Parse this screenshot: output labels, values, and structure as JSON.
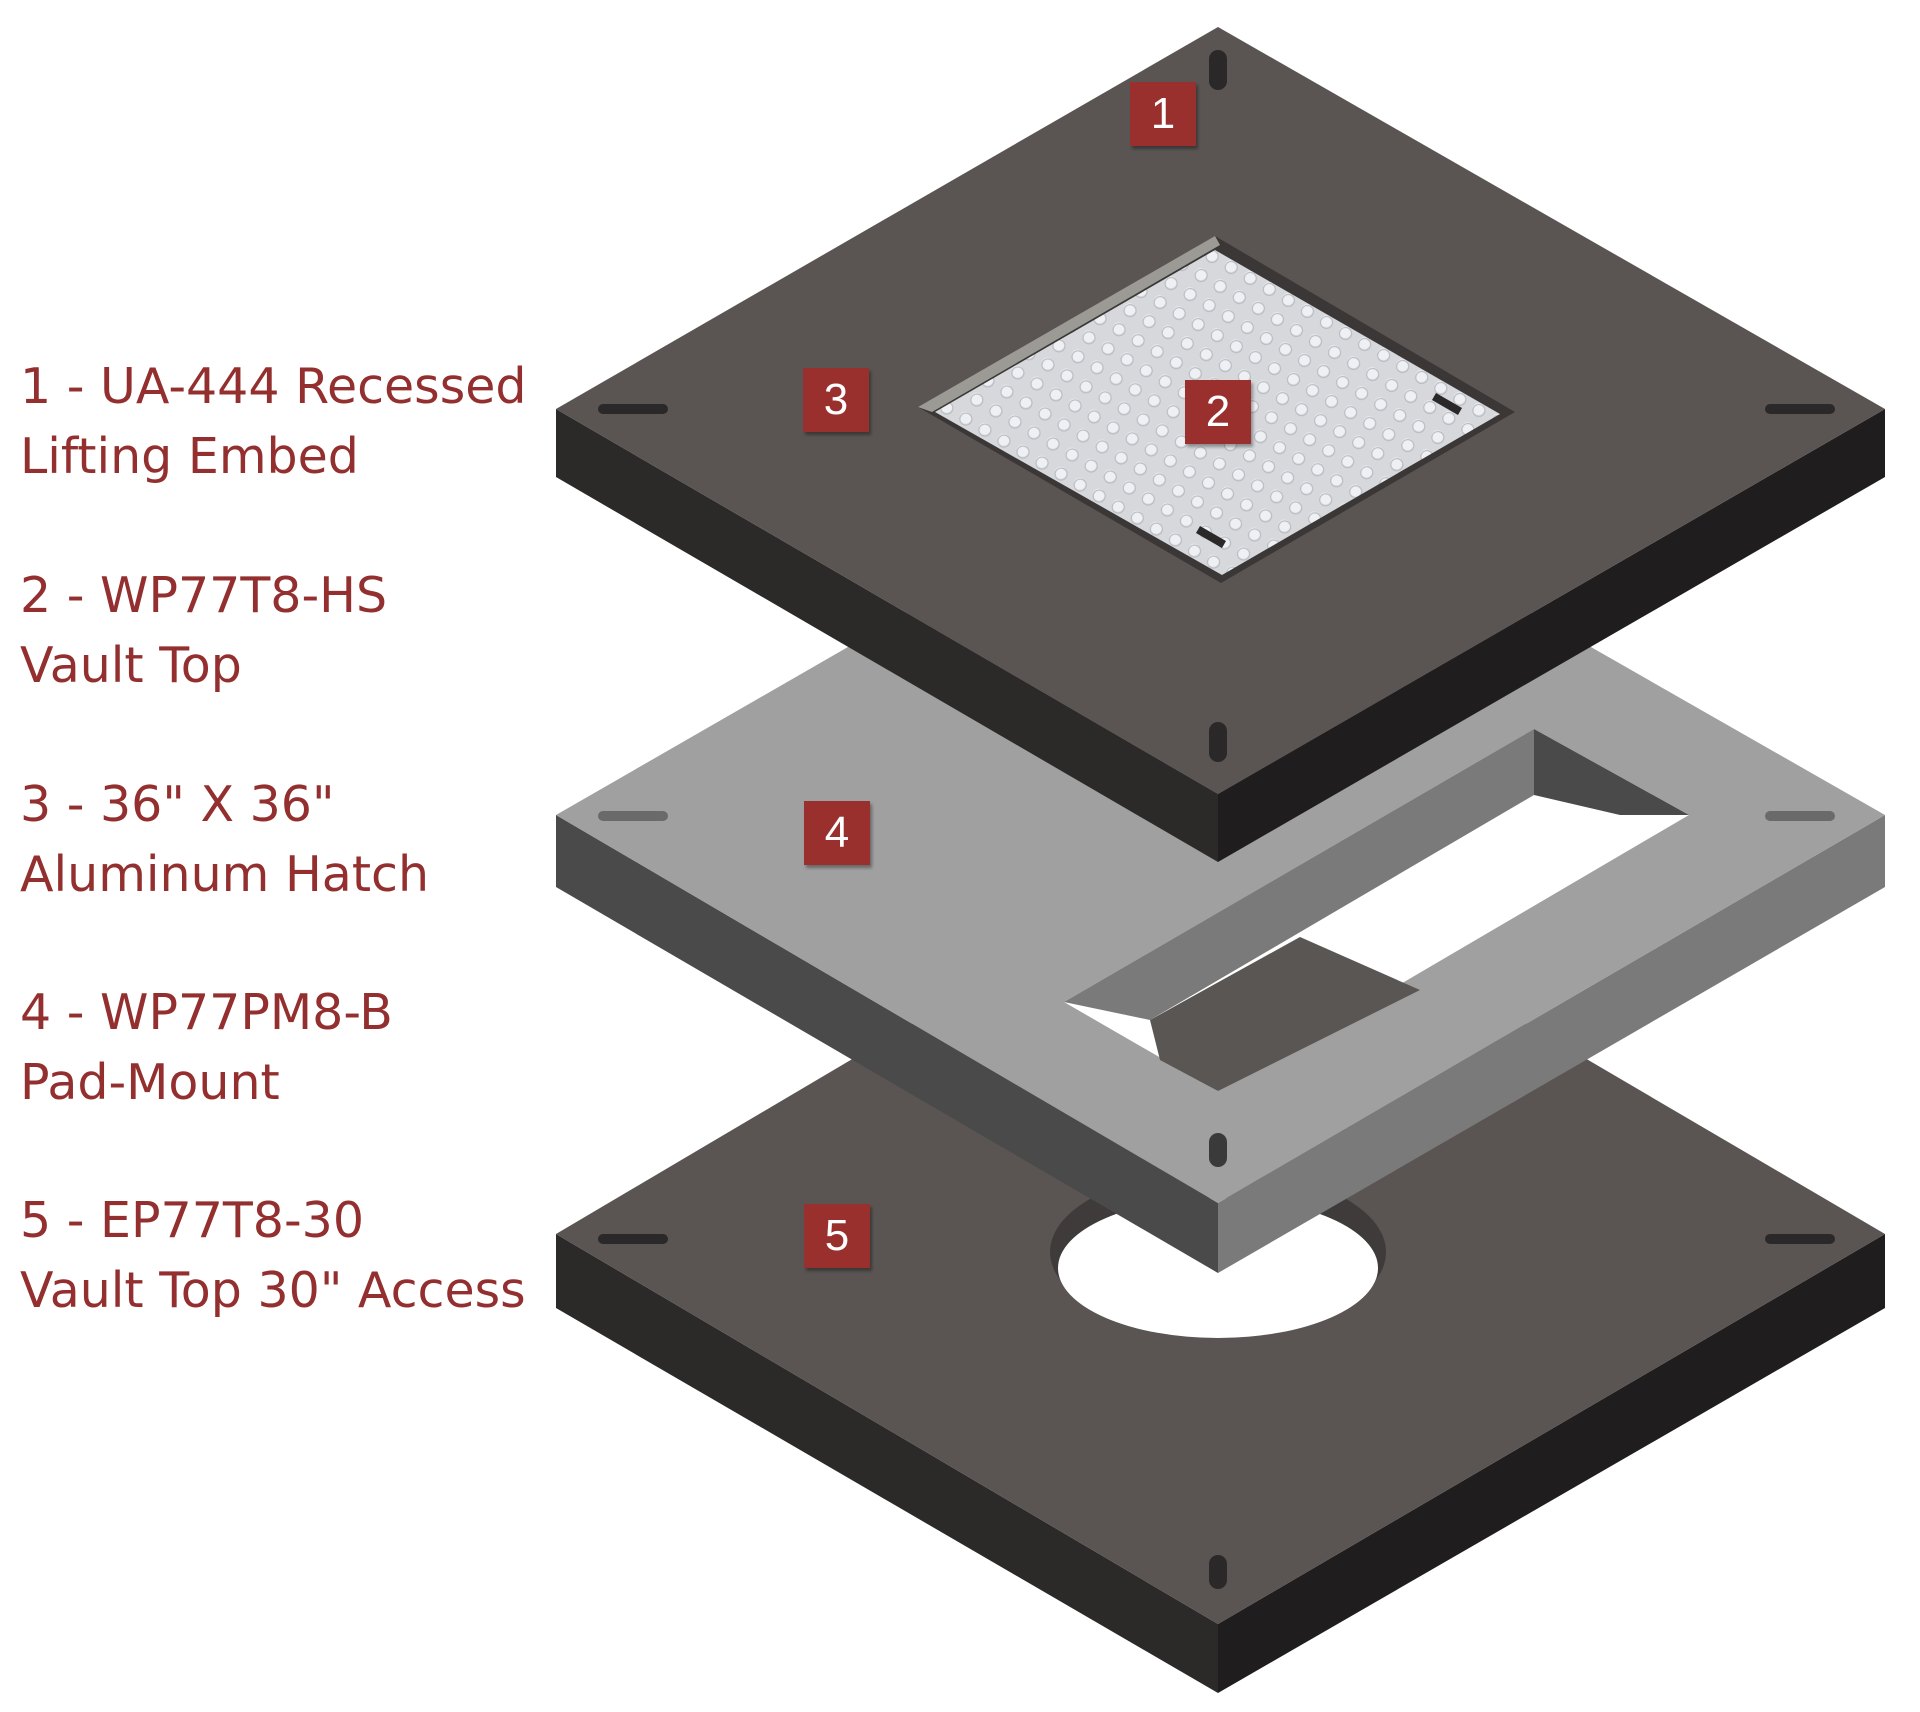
{
  "legend": [
    {
      "line1": "1 - UA-444 Recessed",
      "line2": "Lifting Embed"
    },
    {
      "line1": "2 - WP77T8-HS",
      "line2": "Vault Top"
    },
    {
      "line1": "3 - 36\" X 36\"",
      "line2": "Aluminum Hatch"
    },
    {
      "line1": "4 - WP77PM8-B",
      "line2": "Pad-Mount"
    },
    {
      "line1": "5 - EP77T8-30",
      "line2": "Vault Top 30\" Access"
    }
  ],
  "badges": [
    "1",
    "2",
    "3",
    "4",
    "5"
  ],
  "colors": {
    "label": "#93302f",
    "badge": "#99302e",
    "slab_dark": "#5a5553",
    "slab_grey": "#a0a0a0"
  }
}
